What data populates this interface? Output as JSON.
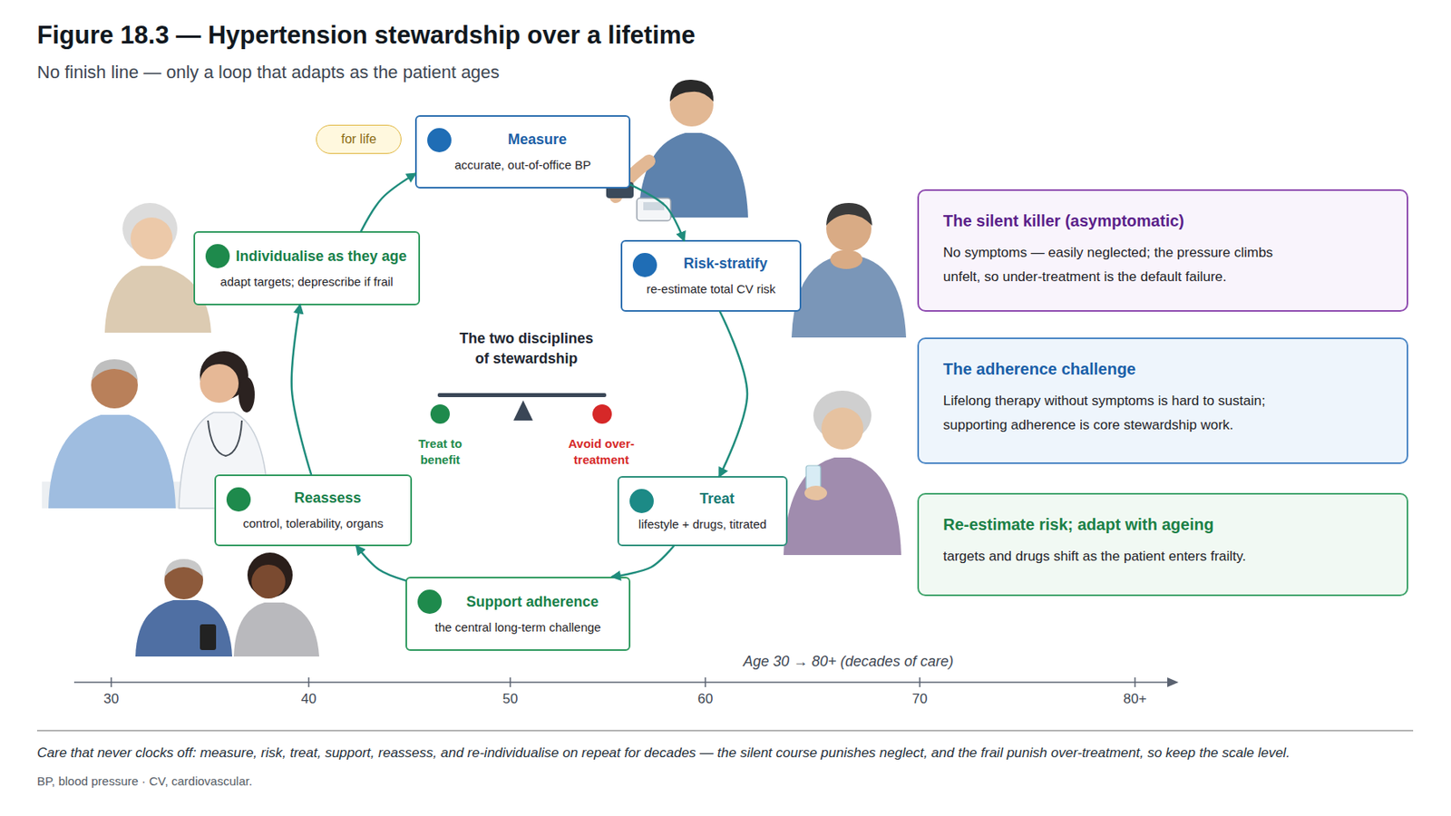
{
  "diagram": {
    "title": "Figure 18.3 — Hypertension stewardship over a lifetime",
    "caption": "Care that never clocks off: measure, risk, treat, support, reassess, and re-individualise on repeat for decades — the silent course punishes neglect, and the frail punish over-treatment, so keep the scale level.",
    "nodes": [
      {
        "text": [
          "for life"
        ]
      },
      {
        "text": [
          "Measure",
          "accurate, out-of-office BP"
        ]
      },
      {
        "text": [
          "Risk-stratify",
          "re-estimate total CV risk"
        ]
      },
      {
        "text": [
          "Treat",
          "lifestyle + drugs, titrated"
        ]
      },
      {
        "text": [
          "Support adherence",
          "the central long-term challenge"
        ]
      },
      {
        "text": [
          "Reassess",
          "control, tolerability, organs"
        ]
      },
      {
        "text": [
          "Individualise as they age",
          "adapt targets; deprescribe if frail"
        ]
      },
      {
        "text": [
          "The silent killer (asymptomatic)",
          "No symptoms — easily neglected; the pressure climbs unfelt, so under-treatment is the default failure."
        ]
      },
      {
        "text": [
          "The adherence challenge",
          "Lifelong therapy without symptoms is hard to sustain; supporting adherence is core stewardship work."
        ]
      },
      {
        "text": [
          "Re-estimate risk; adapt with ageing",
          "targets and drugs shift as the patient enters frailty."
        ]
      }
    ],
    "edges": [
      {
        "from": 1,
        "to": 2,
        "arrow": "to"
      },
      {
        "from": 2,
        "to": 3,
        "arrow": "to"
      },
      {
        "from": 3,
        "to": 4,
        "arrow": "to"
      },
      {
        "from": 4,
        "to": 5,
        "arrow": "to"
      },
      {
        "from": 5,
        "to": 6,
        "arrow": "to"
      },
      {
        "from": 6,
        "to": 1,
        "arrow": "to"
      }
    ],
    "labels": [
      "No finish line — only a loop that adapts as the patient ages",
      "The two disciplines of stewardship",
      "Treat to benefit",
      "Avoid over-treatment",
      "Age 30 → 80+ (decades of care)",
      "30",
      "40",
      "50",
      "60",
      "70",
      "80+",
      "BP, blood pressure · CV, cardiovascular."
    ]
  }
}
